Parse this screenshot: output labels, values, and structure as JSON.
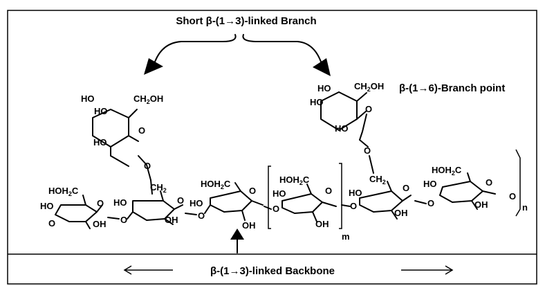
{
  "labels": {
    "top_title": "Short β-(1→3)-linked Branch",
    "branch_point": "β-(1→6)-Branch point",
    "backbone": "β-(1→3)-linked Backbone"
  },
  "atoms": {
    "HO": "HO",
    "O": "O",
    "OH": "OH",
    "CH2OH_CH": "CH",
    "CH2OH_tail": "OH",
    "HOH2C_head": "HOH",
    "HOH2C_tail": "C",
    "CH2_CH": "CH",
    "sub2": "2",
    "m": "m",
    "n": "n"
  }
}
